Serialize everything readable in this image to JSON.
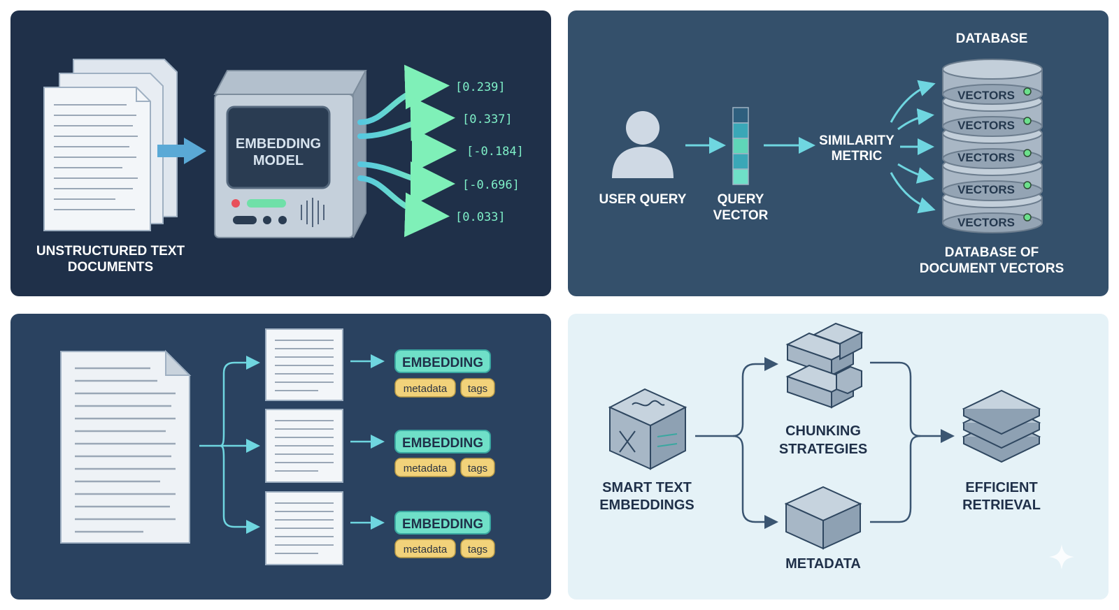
{
  "panels": {
    "embedding": {
      "documents_label": [
        "UNSTRUCTURED TEXT",
        "DOCUMENTS"
      ],
      "model_label": [
        "EMBEDDING",
        "MODEL"
      ],
      "vector_values": [
        "[0.239]",
        "[0.337]",
        "[-0.184]",
        "[-0.696]",
        "[0.033]"
      ]
    },
    "search": {
      "user_query_label": "USER QUERY",
      "query_vector_label": [
        "QUERY",
        "VECTOR"
      ],
      "similarity_label": [
        "SIMILARITY",
        "METRIC"
      ],
      "database_title": "DATABASE",
      "vector_label": "VECTORS",
      "database_caption": [
        "DATABASE OF",
        "DOCUMENT VECTORS"
      ]
    },
    "chunking": {
      "embedding_label": "EMBEDDING",
      "metadata_tag": "metadata",
      "tags_tag": "tags"
    },
    "overview": {
      "smart_label": [
        "SMART TEXT",
        "EMBEDDINGS"
      ],
      "chunking_label": [
        "CHUNKING",
        "STRATEGIES"
      ],
      "metadata_label": "METADATA",
      "retrieval_label": [
        "EFFICIENT",
        "RETRIEVAL"
      ]
    }
  },
  "colors": {
    "panel1_bg": "#1f3049",
    "panel2_bg": "#34506b",
    "panel3_bg": "#2a4260",
    "panel4_bg": "#e5f2f7",
    "accent_teal": "#6fe0c8",
    "tag_yellow": "#f2d27a",
    "db_gray": "#a9b7c5"
  },
  "icons": [
    "document-icon",
    "embedding-model-icon",
    "user-icon",
    "query-vector-icon",
    "database-icon",
    "cube-icon",
    "stacked-layers-icon"
  ]
}
